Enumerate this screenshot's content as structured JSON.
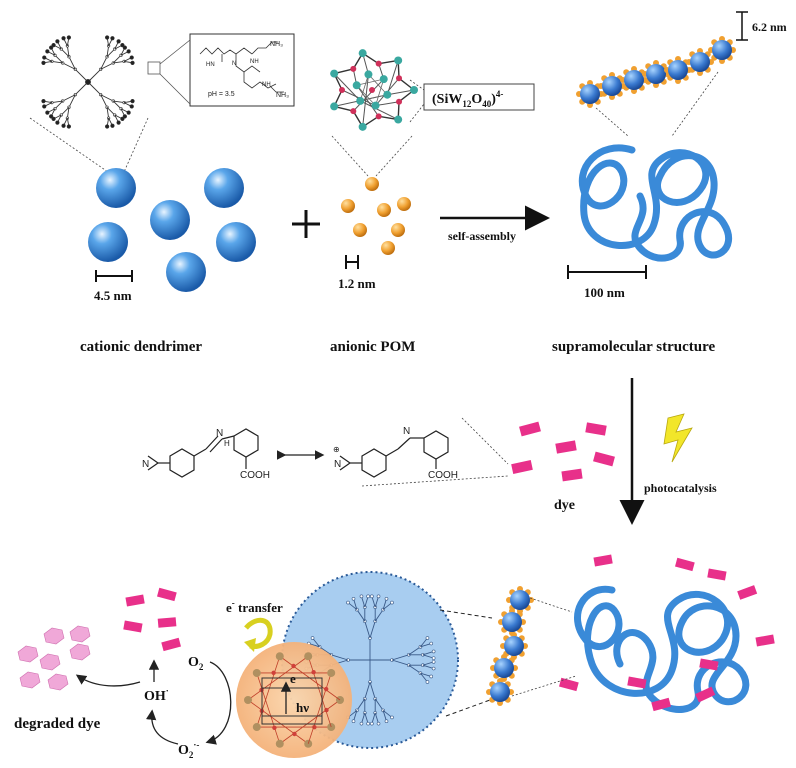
{
  "labels": {
    "dendrimer_size": "4.5 nm",
    "pom_size": "1.2 nm",
    "chain_width": "6.2 nm",
    "coil_scale": "100 nm",
    "self_assembly": "self-assembly",
    "cationic_dendrimer": "cationic dendrimer",
    "anionic_pom": "anionic POM",
    "supramolecular": "supramolecular structure",
    "photocatalysis": "photocatalysis",
    "dye": "dye",
    "degraded_dye": "degraded dye",
    "e_transfer": "e",
    "e_transfer_sup": "-",
    "e_transfer_rest": " transfer",
    "ph_label": "pH = 3.5",
    "pom_formula_main": "(SiW",
    "pom_formula_sub1": "12",
    "pom_formula_mid": "O",
    "pom_formula_sub2": "40",
    "pom_formula_end": ")",
    "pom_formula_sup": "4-",
    "cooh_1": "COOH",
    "cooh_2": "COOH",
    "o2": "O",
    "o2_sub": "2",
    "o2_radical": "O",
    "o2_radical_sub": "2",
    "o2_radical_sup": "·-",
    "oh_radical": "OH",
    "oh_radical_sup": "·",
    "electron": "e",
    "hv": "hν"
  },
  "colors": {
    "sphere_blue": "#2f7fd0",
    "coil_blue": "#3a8ad8",
    "pom_orange": "#f0a030",
    "dye_pink": "#e8308a",
    "degraded_pink": "#f0a8d8",
    "lightning_yellow": "#f2e62a",
    "halo_orange": "#f7c48a",
    "dendrimer_fill": "#a8cdf0"
  }
}
